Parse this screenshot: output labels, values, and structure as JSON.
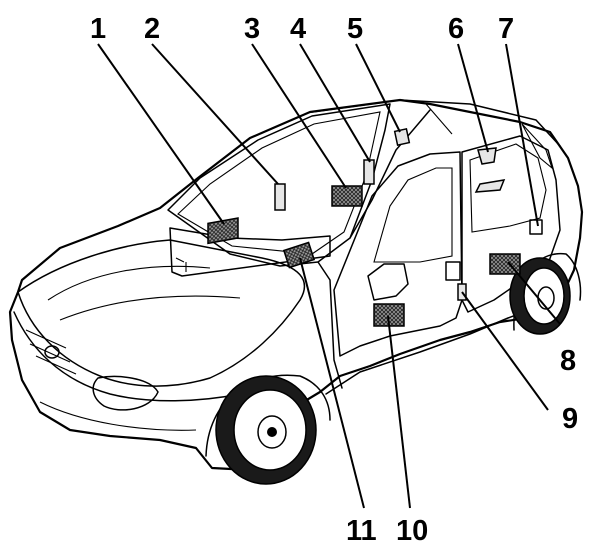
{
  "callouts": [
    {
      "id": "1",
      "label": "1"
    },
    {
      "id": "2",
      "label": "2"
    },
    {
      "id": "3",
      "label": "3"
    },
    {
      "id": "4",
      "label": "4"
    },
    {
      "id": "5",
      "label": "5"
    },
    {
      "id": "6",
      "label": "6"
    },
    {
      "id": "7",
      "label": "7"
    },
    {
      "id": "8",
      "label": "8"
    },
    {
      "id": "9",
      "label": "9"
    },
    {
      "id": "10",
      "label": "10"
    },
    {
      "id": "11",
      "label": "11"
    }
  ],
  "colors": {
    "line": "#000000",
    "background": "#ffffff",
    "component_fill": "#555555"
  }
}
